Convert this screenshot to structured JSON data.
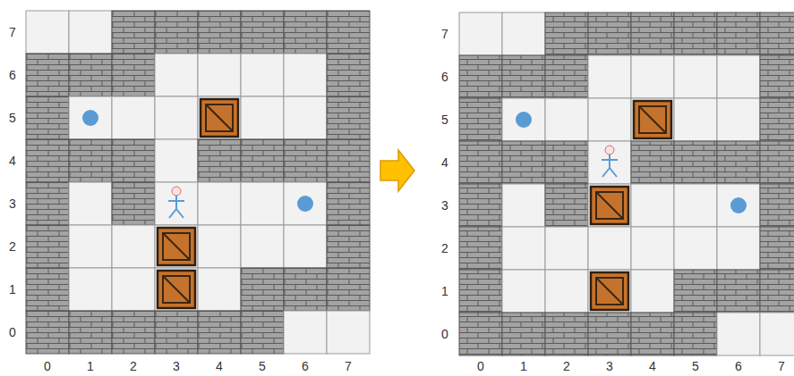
{
  "diagram": {
    "labels": [
      "7",
      "6",
      "5",
      "4",
      "3",
      "2",
      "1",
      "0",
      "0",
      "1",
      "2",
      "3",
      "4",
      "5",
      "6",
      "7",
      "7",
      "6",
      "5",
      "4",
      "3",
      "2",
      "1",
      "0",
      "0",
      "1",
      "2",
      "3",
      "4",
      "5",
      "6",
      "7"
    ]
  }
}
